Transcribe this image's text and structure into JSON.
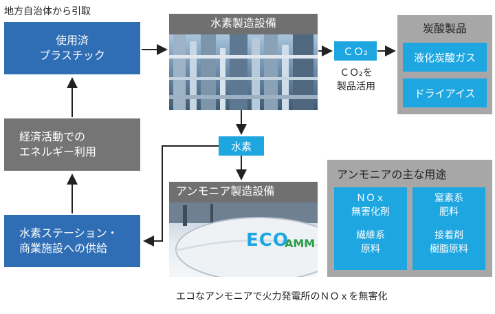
{
  "source_label": "地方自治体から引取",
  "used_plastic": {
    "line1": "使用済",
    "line2": "プラスチック"
  },
  "economic": {
    "line1": "経済活動での",
    "line2": "エネルギー利用"
  },
  "h2_station": {
    "line1": "水素ステーション・",
    "line2": "商業施設への供給"
  },
  "h2_plant_title": "水素製造設備",
  "co2_box": "ＣＯ₂",
  "co2_use": {
    "line1": "ＣＯ₂を",
    "line2": "製品活用"
  },
  "carbonic": {
    "title": "炭酸製品",
    "items": [
      "液化炭酸ガス",
      "ドライアイス"
    ]
  },
  "hydrogen_box": "水素",
  "ammonia_plant_title": "アンモニア製造設備",
  "eco_logo": "ECO",
  "eco_logo2": "AMM",
  "ammonia_uses": {
    "title": "アンモニアの主な用途",
    "left": [
      "ＮＯｘ",
      "無害化剤",
      "繊維系",
      "原料"
    ],
    "right": [
      "窒素系",
      "肥料",
      "接着剤",
      "樹脂原料"
    ]
  },
  "caption": "エコなアンモニアで火力発電所のＮＯｘを無害化",
  "colors": {
    "blue": "#2f6db5",
    "cyan": "#1ea6e1",
    "gray": "#757575",
    "panel": "#a7a7a7"
  }
}
